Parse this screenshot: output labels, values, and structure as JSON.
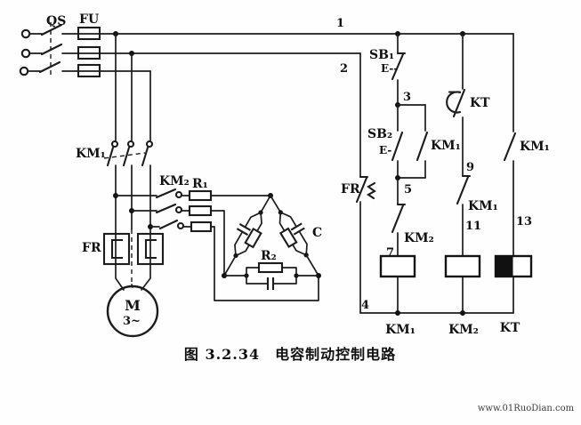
{
  "figure": {
    "caption": "图 3.2.34　电容制动控制电路",
    "watermark": "www.01RuoDian.com"
  },
  "power": {
    "switch_label": "QS",
    "fuse_label": "FU",
    "contactor1_label": "KM₁",
    "contactor2_label": "KM₂",
    "resistor1_label": "R₁",
    "thermal_relay_label": "FR",
    "motor_label": "M",
    "motor_phase_label": "3~",
    "brake_resistor_label": "R₂",
    "capacitor_label": "C"
  },
  "control": {
    "thermal_contact_label": "FR",
    "stop_button_label": "SB₁",
    "stop_button_actuator": "E--",
    "start_button_label": "SB₂",
    "start_button_actuator": "E-",
    "holding_contact_label": "KM₁",
    "interlock_km2_label": "KM₂",
    "timer_contact_label": "KT",
    "interlock_km1_label": "KM₁",
    "right_km1_contact_label": "KM₁",
    "coil_km1_label": "KM₁",
    "coil_km2_label": "KM₂",
    "coil_kt_label": "KT",
    "wire_numbers": {
      "n1": "1",
      "n2": "2",
      "n3": "3",
      "n4": "4",
      "n5": "5",
      "n7": "7",
      "n9": "9",
      "n11": "11",
      "n13": "13"
    }
  }
}
